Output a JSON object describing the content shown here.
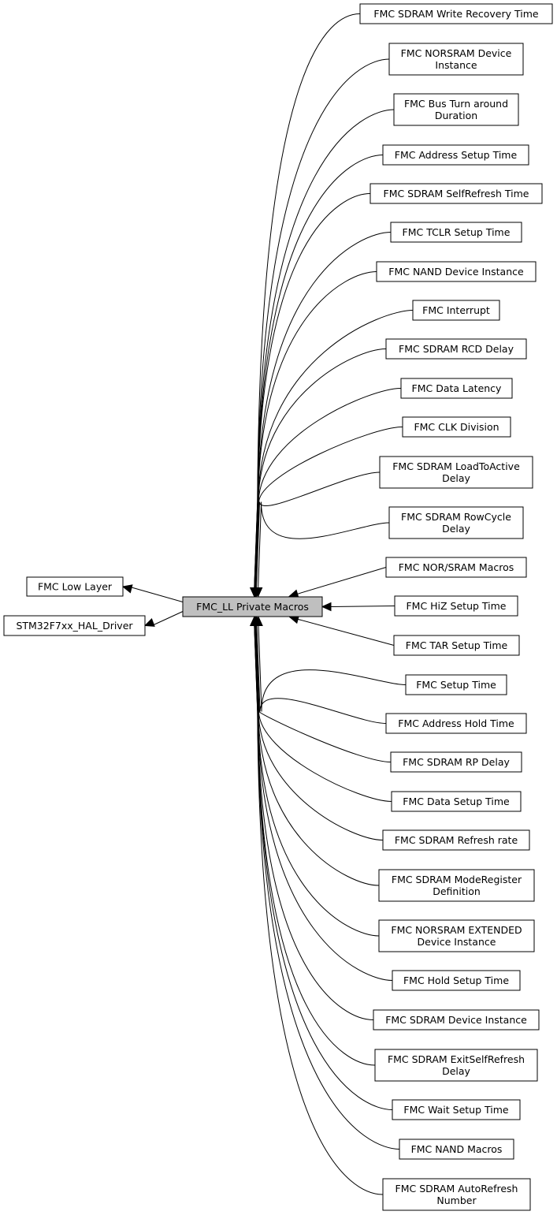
{
  "center": {
    "id": "center",
    "label": "FMC_LL  Private Macros"
  },
  "parents": [
    {
      "id": "fmc-low-layer",
      "label": "FMC Low Layer"
    },
    {
      "id": "stm32f7xx-hal-driver",
      "label": "STM32F7xx_HAL_Driver"
    }
  ],
  "children": [
    {
      "id": "sdram-write-recovery-time",
      "lines": [
        "FMC SDRAM Write Recovery Time"
      ]
    },
    {
      "id": "norsram-device-instance",
      "lines": [
        "FMC NORSRAM Device",
        "Instance"
      ]
    },
    {
      "id": "bus-turn-around-duration",
      "lines": [
        "FMC Bus Turn around",
        "Duration"
      ]
    },
    {
      "id": "address-setup-time",
      "lines": [
        "FMC Address Setup Time"
      ]
    },
    {
      "id": "sdram-selfrefresh-time",
      "lines": [
        "FMC SDRAM SelfRefresh Time"
      ]
    },
    {
      "id": "tclr-setup-time",
      "lines": [
        "FMC TCLR Setup Time"
      ]
    },
    {
      "id": "nand-device-instance",
      "lines": [
        "FMC NAND Device Instance"
      ]
    },
    {
      "id": "interrupt",
      "lines": [
        "FMC Interrupt"
      ]
    },
    {
      "id": "sdram-rcd-delay",
      "lines": [
        "FMC SDRAM RCD Delay"
      ]
    },
    {
      "id": "data-latency",
      "lines": [
        "FMC Data Latency"
      ]
    },
    {
      "id": "clk-division",
      "lines": [
        "FMC CLK Division"
      ]
    },
    {
      "id": "sdram-loadtoactive-delay",
      "lines": [
        "FMC SDRAM LoadToActive",
        "Delay"
      ]
    },
    {
      "id": "sdram-rowcycle-delay",
      "lines": [
        "FMC SDRAM RowCycle",
        "Delay"
      ]
    },
    {
      "id": "nor-sram-macros",
      "lines": [
        "FMC NOR/SRAM Macros"
      ]
    },
    {
      "id": "hiz-setup-time",
      "lines": [
        "FMC HiZ Setup Time"
      ]
    },
    {
      "id": "tar-setup-time",
      "lines": [
        "FMC TAR Setup Time"
      ]
    },
    {
      "id": "setup-time",
      "lines": [
        "FMC Setup Time"
      ]
    },
    {
      "id": "address-hold-time",
      "lines": [
        "FMC Address Hold Time"
      ]
    },
    {
      "id": "sdram-rp-delay",
      "lines": [
        "FMC SDRAM RP Delay"
      ]
    },
    {
      "id": "data-setup-time",
      "lines": [
        "FMC Data Setup Time"
      ]
    },
    {
      "id": "sdram-refresh-rate",
      "lines": [
        "FMC SDRAM Refresh rate"
      ]
    },
    {
      "id": "sdram-moderegister-definition",
      "lines": [
        "FMC SDRAM ModeRegister",
        "Definition"
      ]
    },
    {
      "id": "norsram-extended-device-instance",
      "lines": [
        "FMC NORSRAM EXTENDED",
        "Device Instance"
      ]
    },
    {
      "id": "hold-setup-time",
      "lines": [
        "FMC Hold Setup Time"
      ]
    },
    {
      "id": "sdram-device-instance",
      "lines": [
        "FMC SDRAM Device Instance"
      ]
    },
    {
      "id": "sdram-exitselfrefresh-delay",
      "lines": [
        "FMC SDRAM ExitSelfRefresh",
        "Delay"
      ]
    },
    {
      "id": "wait-setup-time",
      "lines": [
        "FMC Wait Setup Time"
      ]
    },
    {
      "id": "nand-macros",
      "lines": [
        "FMC NAND Macros"
      ]
    },
    {
      "id": "sdram-autorefresh-number",
      "lines": [
        "FMC SDRAM AutoRefresh",
        "Number"
      ]
    }
  ]
}
